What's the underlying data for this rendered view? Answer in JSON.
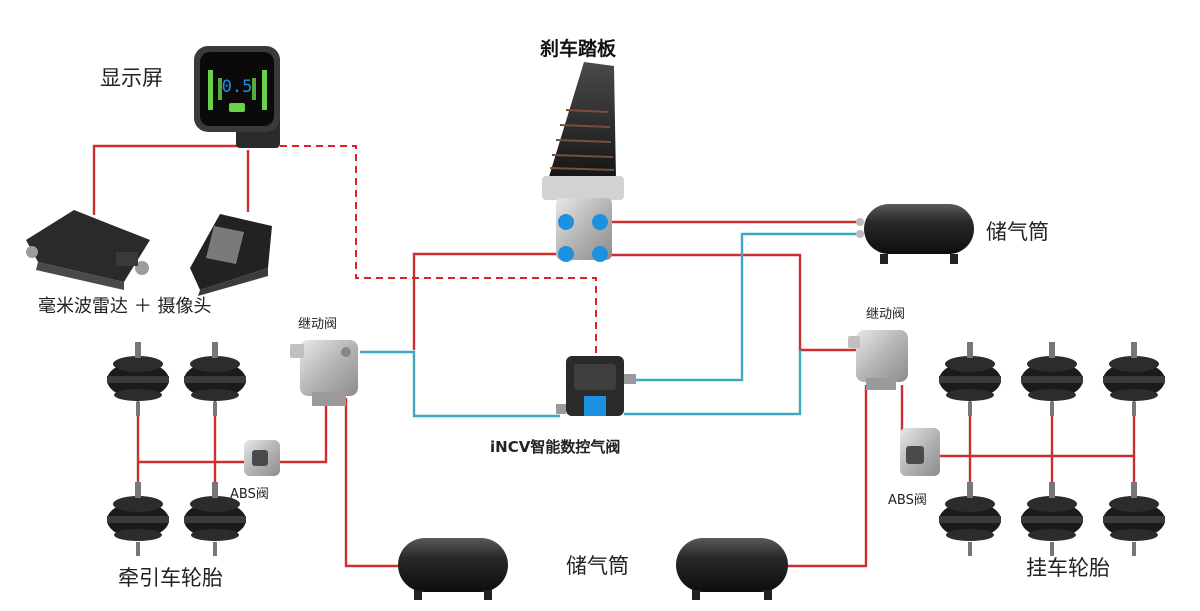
{
  "diagram": {
    "labels": {
      "display": "显示屏",
      "brake_pedal": "刹车踏板",
      "air_tank_right": "储气筒",
      "radar_camera": "毫米波雷达 ＋ 摄像头",
      "relay_valve_left": "继动阀",
      "relay_valve_right": "继动阀",
      "incv": "iNCV智能数控气阀",
      "abs_left": "ABS阀",
      "abs_right": "ABS阀",
      "tractor_tires": "牵引车轮胎",
      "air_tank_bottom": "储气筒",
      "trailer_tires": "挂车轮胎"
    },
    "display_readout": "0.5"
  },
  "colors": {
    "pressure_line": "#cc2f2f",
    "control_line": "#3fa7c0",
    "signal_line_dashed": "#dd2222",
    "component_dark": "#1a1a1a",
    "valve_blue": "#1e90e0",
    "display_green": "#6ad24a"
  }
}
